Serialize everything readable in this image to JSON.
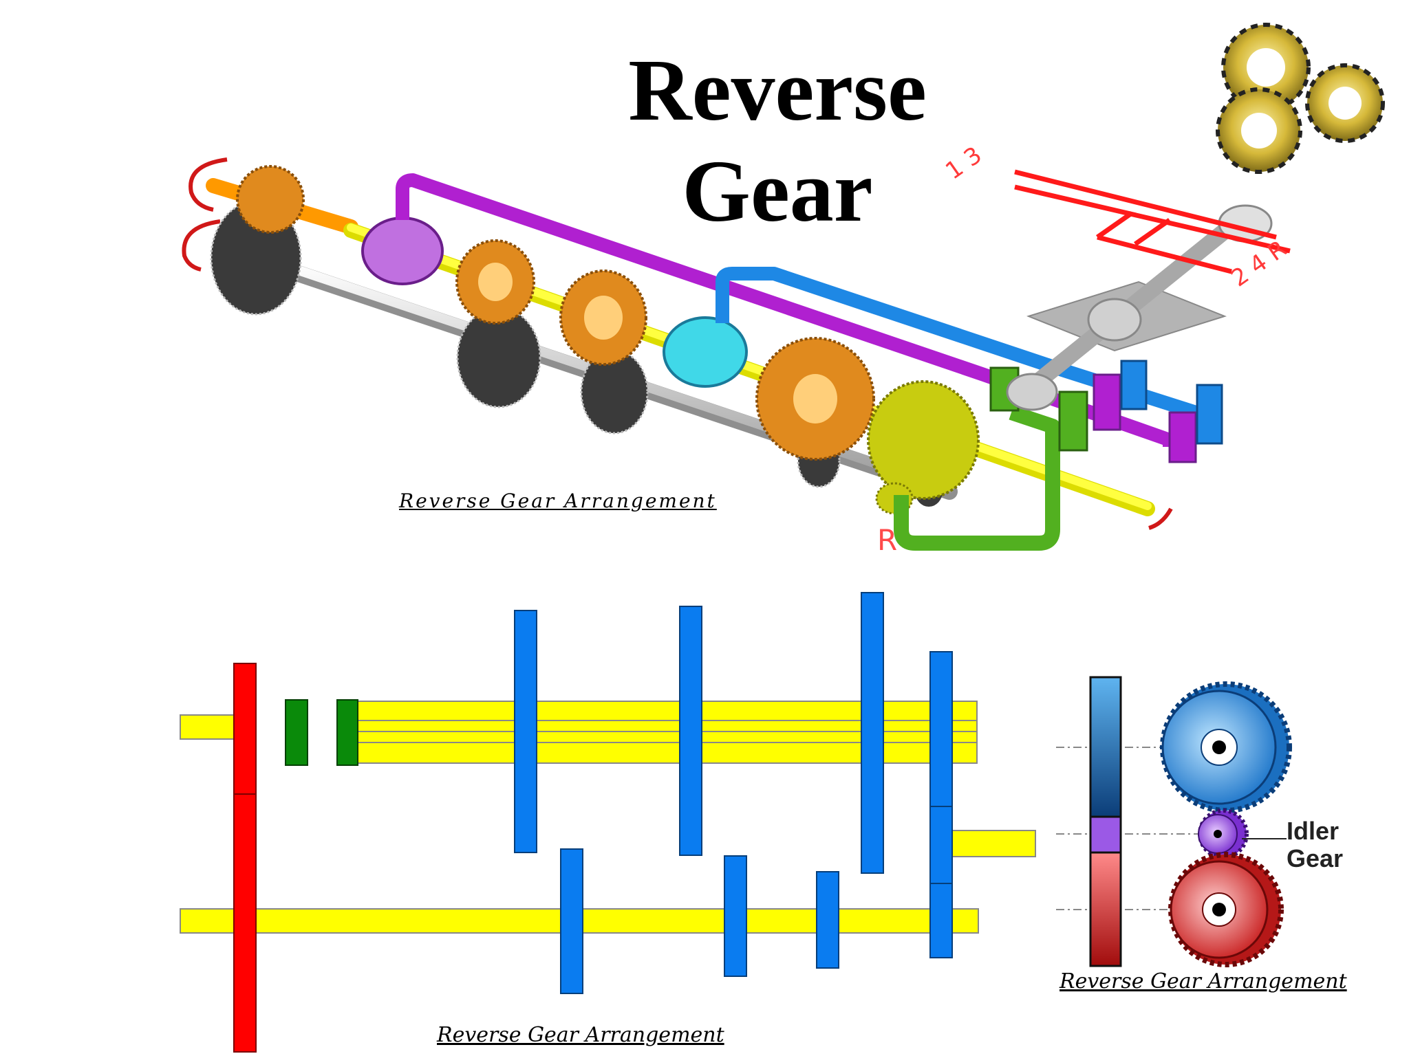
{
  "title": "Reverse Gear",
  "captions": {
    "arrangement_3d": "Reverse Gear Arrangement",
    "arrangement_layout": "Reverse Gear Arrangement",
    "arrangement_idler": "Reverse Gear  Arrangement"
  },
  "idler_label": {
    "line1": "Idler",
    "line2": "Gear"
  },
  "shift_pattern": {
    "top": "1 3",
    "bottom": "2 4 R",
    "reverse_marker": "R"
  },
  "colors": {
    "input_shaft": "#ff9900",
    "main_shaft": "#ffff00",
    "counter_shaft": "#c8c8c8",
    "counter_gears": "#3a3a3a",
    "main_gears": "#e08a1e",
    "reverse_gear": "#c8cc10",
    "rail_1_2": "#b020d0",
    "rail_3_4": "#1e88e5",
    "rail_reverse": "#52b020",
    "shift_pattern": "#ff0000",
    "layout_gear": "#0a7cf0",
    "layout_shaft": "#ffff00",
    "layout_drive": "#ff0000",
    "layout_synchro": "#0a8a0a"
  },
  "icons": [
    "gears-logo-icon"
  ]
}
